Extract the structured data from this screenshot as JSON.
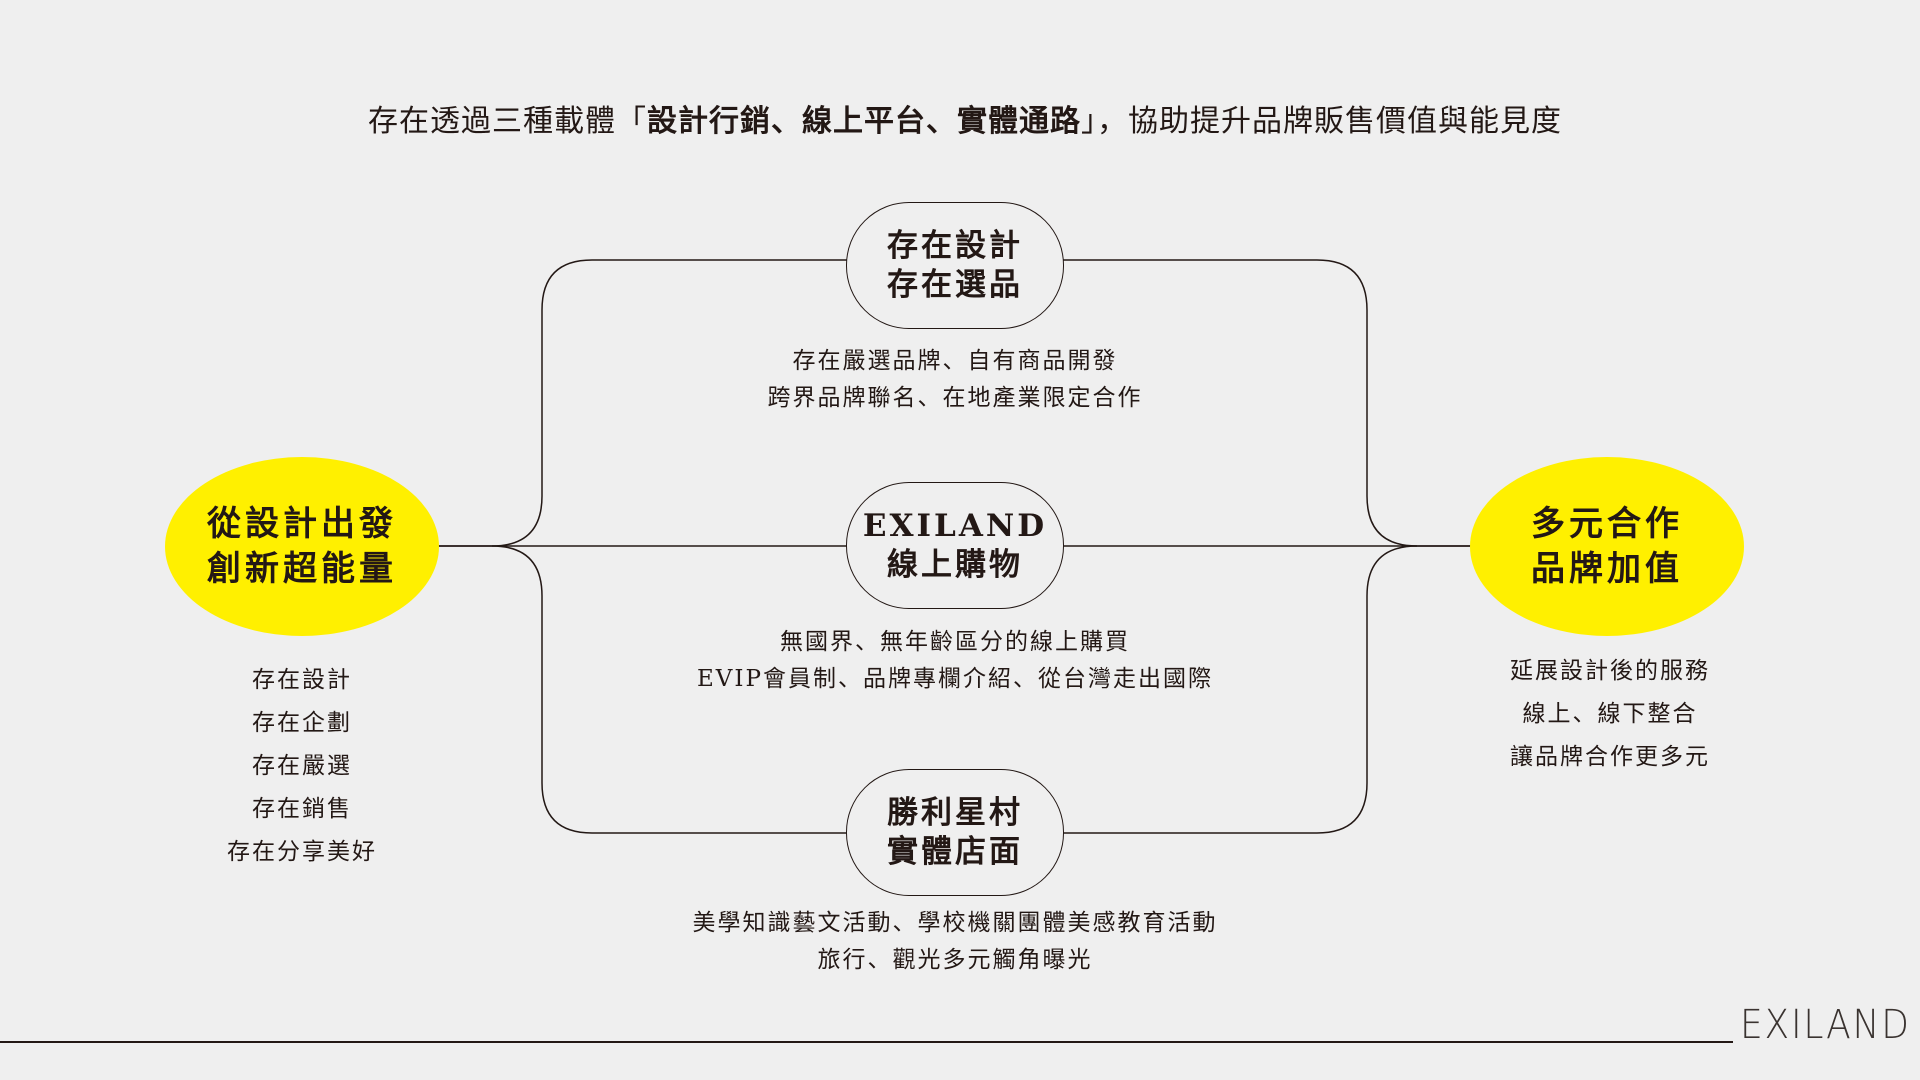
{
  "title": {
    "prefix": "存在透過三種載體「",
    "bold": "設計行銷、線上平台、實體通路",
    "suffix": "」，協助提升品牌販售價值與能見度"
  },
  "left_node": {
    "lines": [
      "從設計出發",
      "創新超能量"
    ]
  },
  "left_list": [
    "存在設計",
    "存在企劃",
    "存在嚴選",
    "存在銷售",
    "存在分享美好"
  ],
  "right_node": {
    "lines": [
      "多元合作",
      "品牌加值"
    ]
  },
  "right_list": [
    "延展設計後的服務",
    "線上、線下整合",
    "讓品牌合作更多元"
  ],
  "branches": [
    {
      "lines": [
        "存在設計",
        "存在選品"
      ],
      "desc": [
        "存在嚴選品牌、自有商品開發",
        "跨界品牌聯名、在地產業限定合作"
      ]
    },
    {
      "lines": [
        "EXILAND",
        "線上購物"
      ],
      "desc": [
        "無國界、無年齡區分的線上購買",
        "EVIP會員制、品牌專欄介紹、從台灣走出國際"
      ]
    },
    {
      "lines": [
        "勝利星村",
        "實體店面"
      ],
      "desc": [
        "美學知識藝文活動、學校機關團體美感教育活動",
        "旅行、觀光多元觸角曝光"
      ]
    }
  ],
  "logo": "EXILAND",
  "colors": {
    "accent": "#fff000",
    "background": "#efefef",
    "text": "#231815"
  }
}
